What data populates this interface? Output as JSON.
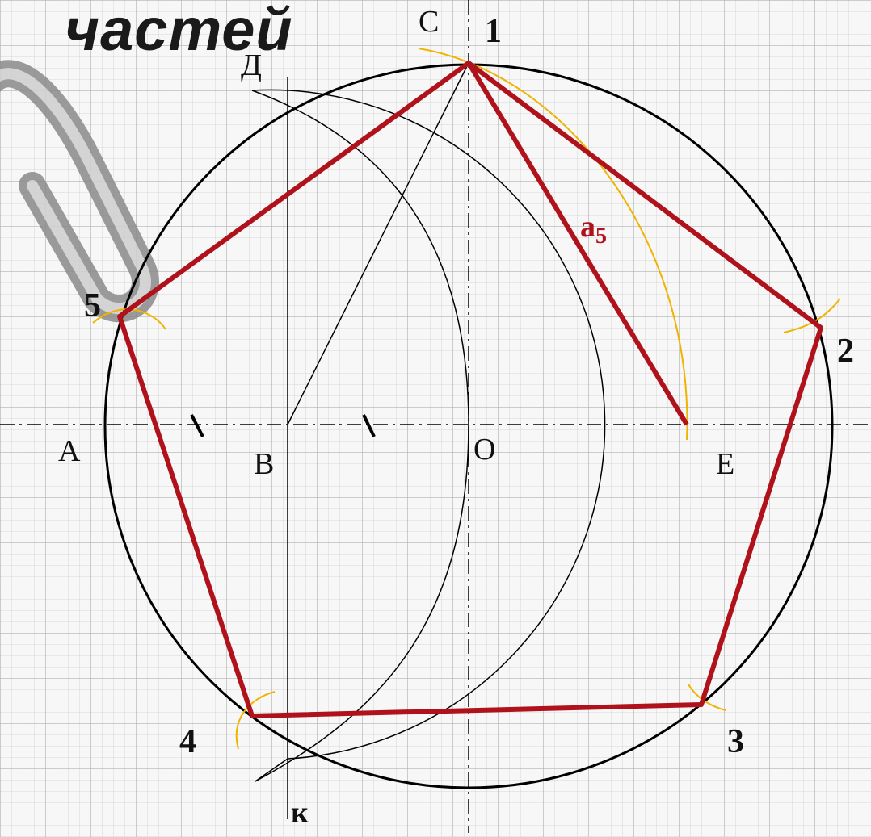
{
  "title": "частей",
  "labels": {
    "A": "A",
    "B": "B",
    "O": "O",
    "E": "E",
    "C": "C",
    "D": "Д",
    "K": "к"
  },
  "vertex_numbers": {
    "v1": "1",
    "v2": "2",
    "v3": "3",
    "v4": "4",
    "v5": "5"
  },
  "side_label": {
    "main": "a",
    "sub": "5"
  },
  "colors": {
    "pentagon": "#b0121b",
    "arcs": "#f0b400",
    "lines": "#000000"
  },
  "icons": {
    "decoration": "paperclip-icon"
  }
}
